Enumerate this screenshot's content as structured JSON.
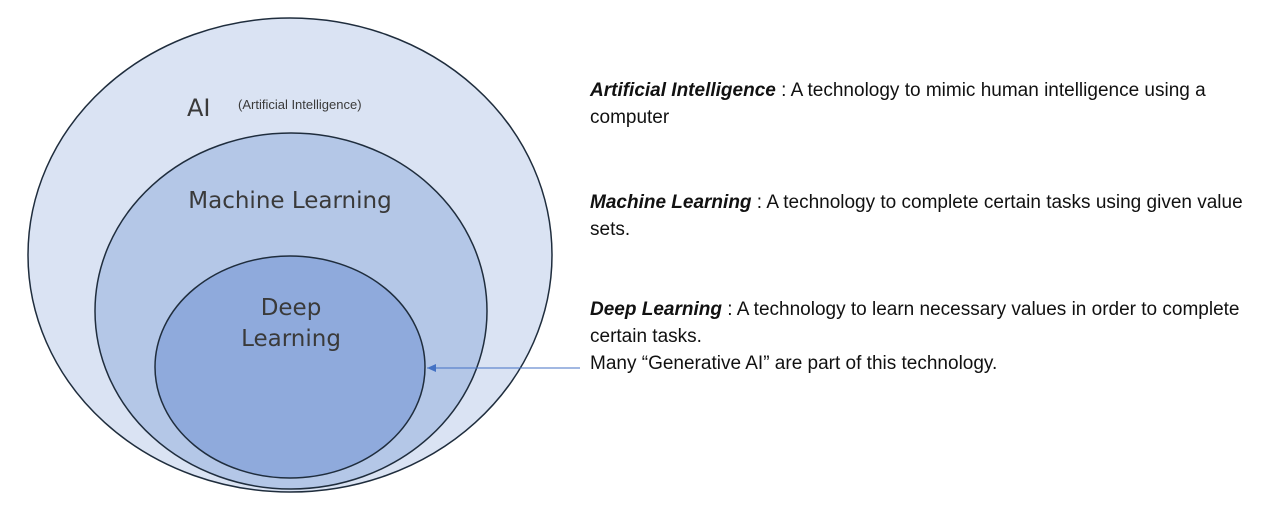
{
  "diagram": {
    "circles": {
      "ai": {
        "label": "AI",
        "sublabel": "(Artificial Intelligence)"
      },
      "ml": {
        "label": "Machine Learning"
      },
      "dl": {
        "label_line1": "Deep",
        "label_line2": "Learning"
      }
    },
    "colors": {
      "ai_fill": "#dae3f3",
      "ml_fill": "#b4c7e7",
      "dl_fill": "#8faadc",
      "stroke": "#1f2d3d",
      "arrow": "#4472c4"
    }
  },
  "descriptions": {
    "ai": {
      "term": "Artificial Intelligence",
      "text": " : A technology to mimic human intelligence using a computer"
    },
    "ml": {
      "term": "Machine Learning",
      "text": " : A technology to complete certain tasks using given value sets."
    },
    "dl": {
      "term": "Deep Learning",
      "text": " : A technology to learn necessary values in order to complete certain tasks.",
      "note": "Many “Generative AI” are part of this technology."
    }
  }
}
